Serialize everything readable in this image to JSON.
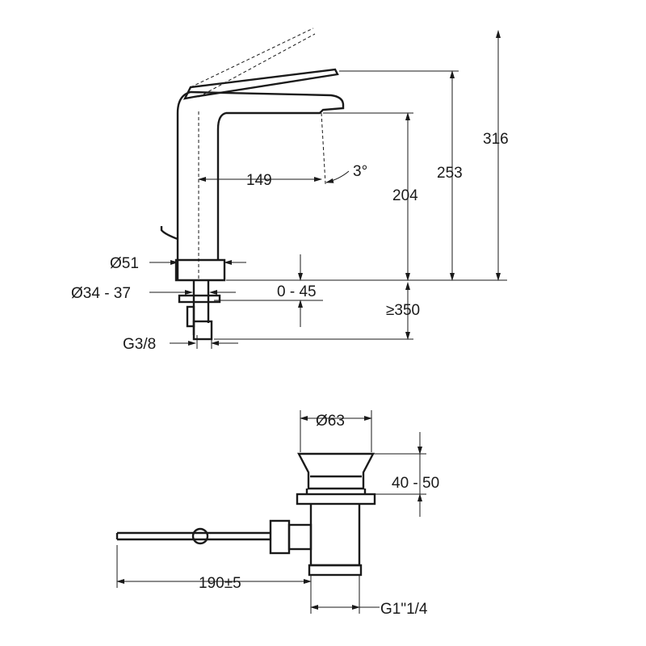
{
  "faucet": {
    "height_total": "316",
    "height_lever": "253",
    "height_spout": "204",
    "reach": "149",
    "spout_angle": "3°",
    "base_diameter": "Ø51",
    "hole_diameter": "Ø34 - 37",
    "deck_thickness": "0 - 45",
    "hose_length": "≥350",
    "connection": "G3/8"
  },
  "drain": {
    "flange_diameter": "Ø63",
    "height_range": "40 - 50",
    "rod_length": "190±5",
    "thread": "G1\"1/4"
  },
  "colors": {
    "line": "#1a1a1a",
    "background": "#ffffff"
  }
}
